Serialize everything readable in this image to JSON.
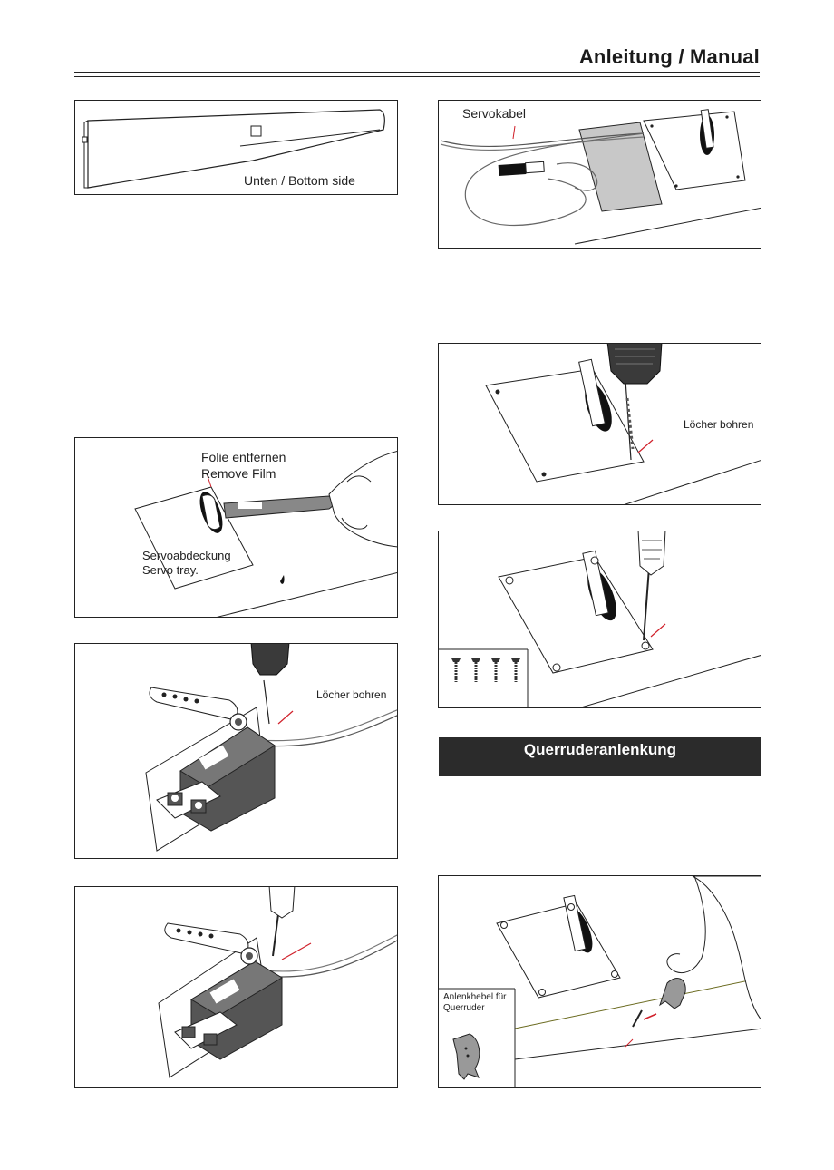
{
  "header": {
    "title": "Anleitung / Manual"
  },
  "figures": {
    "wing_bottom": {
      "label": "Unten / Bottom side"
    },
    "servo_cable": {
      "label": "Servokabel"
    },
    "remove_film": {
      "label_line1": "Folie entfernen",
      "label_line2": "Remove Film",
      "tray_line1": "Servoabdeckung",
      "tray_line2": "Servo tray."
    },
    "drill_cover": {
      "label": "Löcher bohren"
    },
    "drill_servo": {
      "label": "Löcher bohren"
    },
    "horn": {
      "label_line1": "Anlenkhebel  für",
      "label_line2": "Querruder"
    }
  },
  "section": {
    "title": "Querruderanlenkung"
  },
  "colors": {
    "accent_arrow": "#d0202a",
    "section_bar": "#2b2b2b",
    "outline": "#222222"
  }
}
